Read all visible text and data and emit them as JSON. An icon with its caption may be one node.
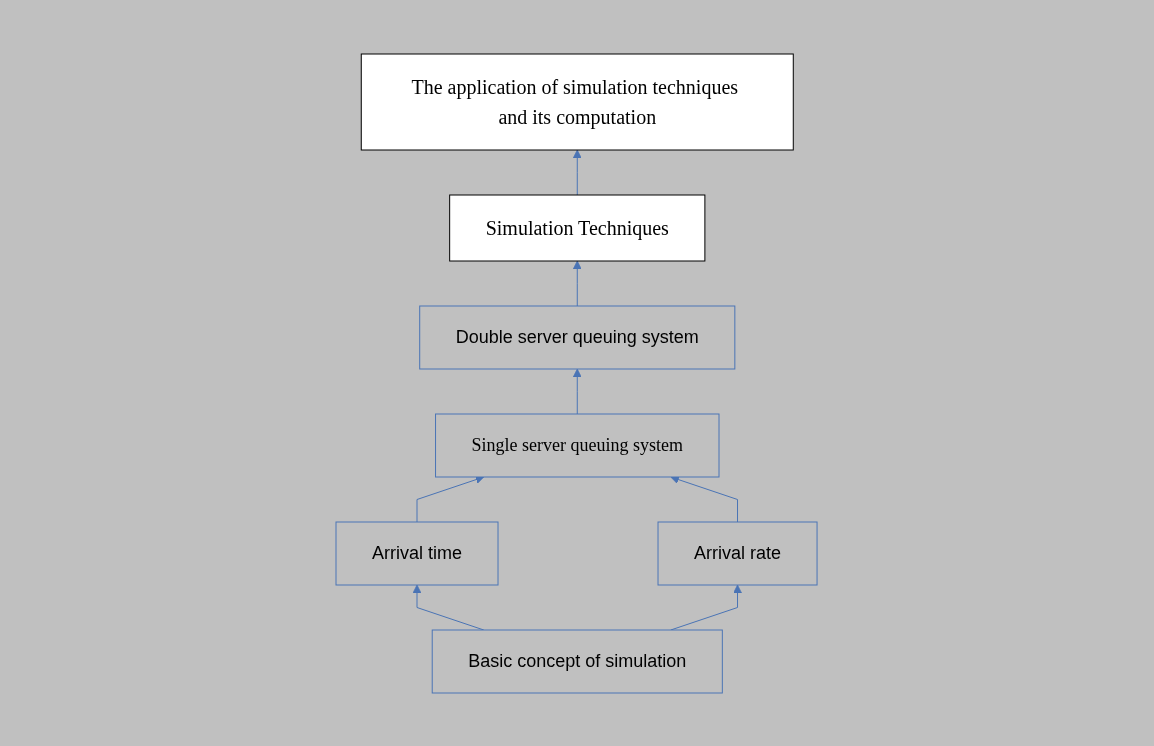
{
  "diagram": {
    "nodes": [
      {
        "text": [
          "The application of simulation techniques and its computation"
        ]
      },
      {
        "text": [
          "Simulation Techniques"
        ]
      },
      {
        "text": [
          "Double server queuing system"
        ]
      },
      {
        "text": [
          "Single server queuing system"
        ]
      },
      {
        "text": [
          "Arrival time"
        ]
      },
      {
        "text": [
          "Arrival rate"
        ]
      },
      {
        "text": [
          "Basic concept of simulation"
        ]
      }
    ],
    "edges": [
      {
        "from": 1,
        "to": 0,
        "arrow": "to"
      },
      {
        "from": 2,
        "to": 1,
        "arrow": "to"
      },
      {
        "from": 3,
        "to": 2,
        "arrow": "to"
      },
      {
        "from": 4,
        "to": 3,
        "arrow": "to"
      },
      {
        "from": 5,
        "to": 3,
        "arrow": "to"
      },
      {
        "from": 6,
        "to": 4,
        "arrow": "to"
      },
      {
        "from": 6,
        "to": 5,
        "arrow": "to"
      }
    ]
  }
}
